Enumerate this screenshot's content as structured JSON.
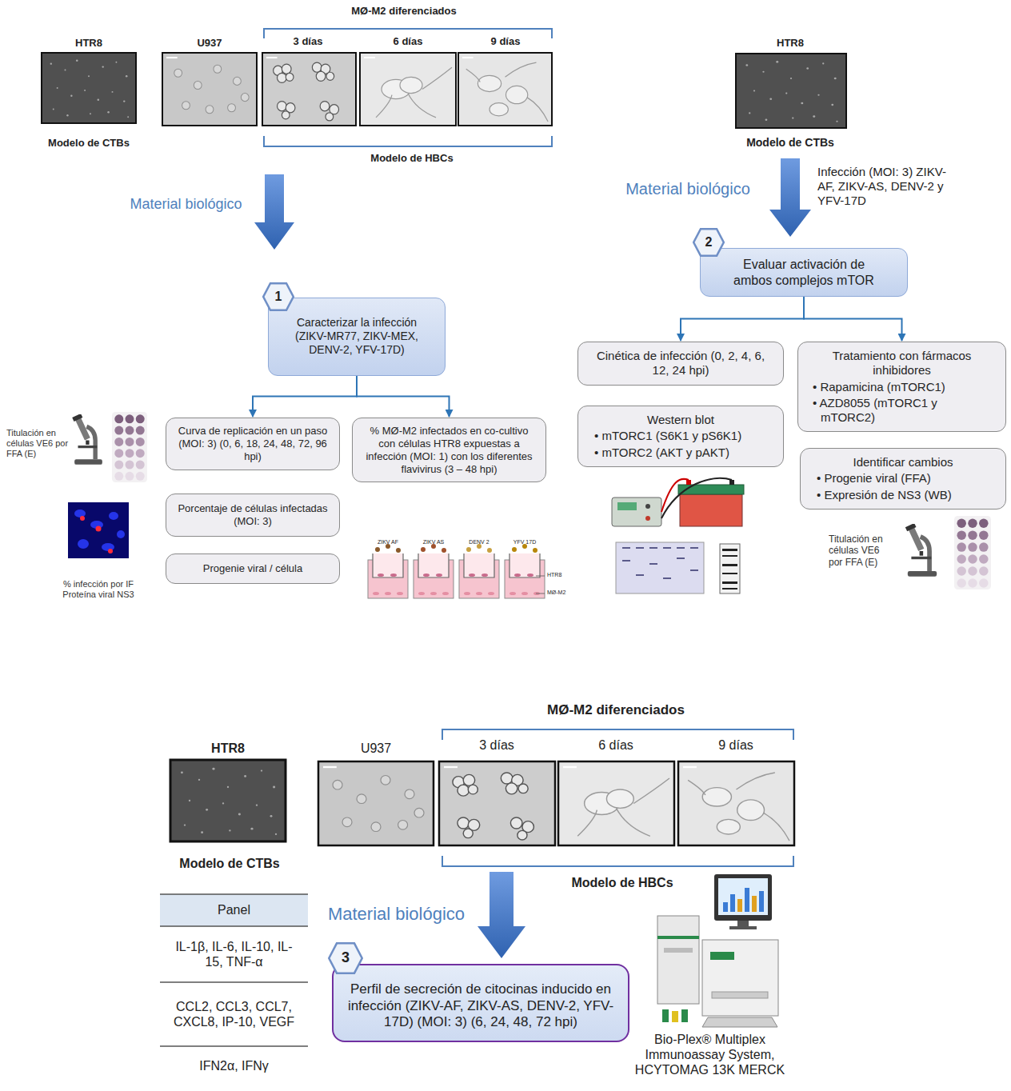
{
  "diagram": {
    "nodes": [
      {
        "text": [
          "1"
        ]
      },
      {
        "text": [
          "Caracterizar la infección (ZIKV-MR77, ZIKV-MEX, DENV-2, YFV-17D)"
        ]
      },
      {
        "text": [
          "Curva de replicación en un paso (MOI: 3) (0, 6, 18, 24, 48, 72, 96 hpi)"
        ]
      },
      {
        "text": [
          "% MØ-M2 infectados en co-cultivo con células HTR8 expuestas a infección (MOI: 1) con los diferentes flavivirus (3 – 48 hpi)"
        ]
      },
      {
        "text": [
          "Porcentaje de células infectadas (MOI: 3)"
        ]
      },
      {
        "text": [
          "Progenie viral / célula"
        ]
      },
      {
        "text": [
          "2"
        ]
      },
      {
        "text": [
          "Evaluar activación de ambos complejos mTOR"
        ]
      },
      {
        "text": [
          "Cinética de infección (0, 2, 4, 6, 12, 24 hpi)"
        ]
      },
      {
        "text": [
          "Tratamiento con fármacos inhibidores",
          "• Rapamicina (mTORC1)",
          "• AZD8055 (mTORC1 y mTORC2)"
        ]
      },
      {
        "text": [
          "Western blot",
          "• mTORC1 (S6K1 y pS6K1)",
          "• mTORC2 (AKT y pAKT)"
        ]
      },
      {
        "text": [
          "Identificar cambios",
          "• Progenie viral (FFA)",
          "• Expresión de NS3 (WB)"
        ]
      },
      {
        "text": [
          "3"
        ]
      },
      {
        "text": [
          "Perfil de secreción de citocinas inducido en infección (ZIKV-AF, ZIKV-AS, DENV-2, YFV-17D) (MOI: 3) (6, 24, 48, 72 hpi)"
        ]
      }
    ],
    "edges": [
      {
        "from": 1,
        "to": 2,
        "arrow": "to"
      },
      {
        "from": 1,
        "to": 3,
        "arrow": "to"
      },
      {
        "from": 7,
        "to": 8,
        "arrow": "to"
      },
      {
        "from": 7,
        "to": 9,
        "arrow": "to"
      }
    ],
    "labels": [
      "MØ-M2 diferenciados",
      "HTR8",
      "U937",
      "3 días",
      "6 días",
      "9 días",
      "Modelo de CTBs",
      "Modelo de HBCs",
      "Material biológico",
      "Titulación en células VE6 por FFA (E)",
      "% infección por IF Proteína viral NS3",
      "ZIKV AF",
      "ZIKV AS",
      "DENV 2",
      "YFV 17D",
      "HTR8",
      "MØ-M2",
      "HTR8",
      "Modelo de CTBs",
      "Material biológico",
      "Infección (MOI: 3) ZIKV-AF, ZIKV-AS, DENV-2 y YFV-17D",
      "Titulación en células VE6 por FFA (E)",
      "MØ-M2 diferenciados",
      "HTR8",
      "U937",
      "3 días",
      "6 días",
      "9 días",
      "Modelo de CTBs",
      "Modelo de HBCs",
      "Panel",
      "IL-1β, IL-6, IL-10, IL-15, TNF-α",
      "CCL2, CCL3, CCL7, CXCL8, IP-10, VEGF",
      "IFN2α, IFNγ",
      "Material biológico",
      "Bio-Plex® Multiplex Immunoassay System, HCYTOMAG 13K MERCK"
    ]
  }
}
